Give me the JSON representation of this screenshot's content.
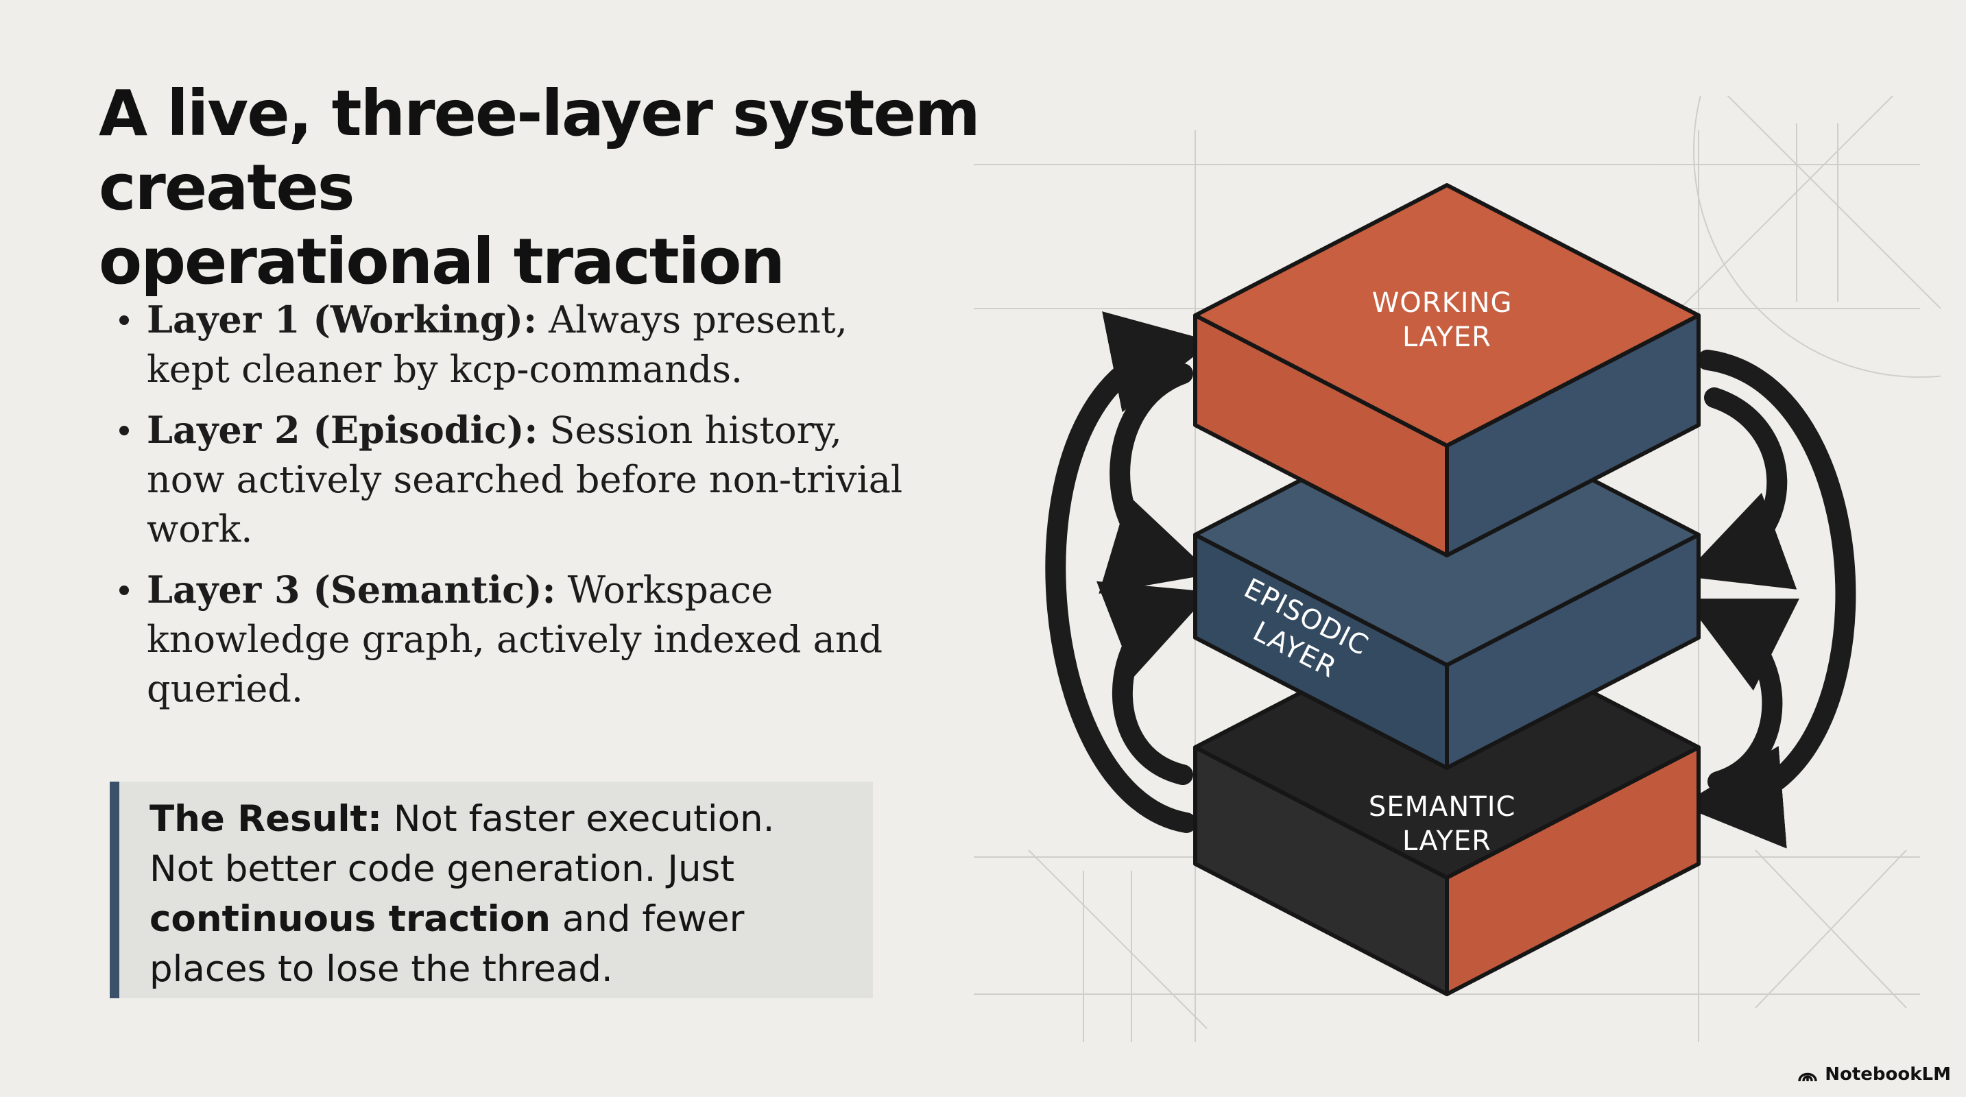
{
  "slide": {
    "title_lines": [
      "A live, three-layer system creates",
      "operational traction"
    ],
    "bullets": [
      {
        "label": "Layer 1 (Working):",
        "text": " Always present, kept cleaner by kcp-commands."
      },
      {
        "label": "Layer 2 (Episodic):",
        "text": " Session history, now actively searched before non-trivial work."
      },
      {
        "label": "Layer 3 (Semantic):",
        "text": " Workspace knowledge graph, actively indexed and queried."
      }
    ],
    "callout": {
      "label": "The Result:",
      "text1": " Not faster execution. Not better code generation. Just ",
      "emphasis": "continuous traction",
      "text2": " and fewer places to lose the thread."
    }
  },
  "diagram": {
    "layers": [
      {
        "name": "working",
        "line1": "WORKING",
        "line2": "LAYER"
      },
      {
        "name": "episodic",
        "line1": "EPISODIC",
        "line2": "LAYER"
      },
      {
        "name": "semantic",
        "line1": "SEMANTIC",
        "line2": "LAYER"
      }
    ],
    "colors": {
      "working": "#c15a3d",
      "episodic": "#3b5169",
      "semantic": "#2a2a2a",
      "outline": "#161616",
      "arrow": "#1c1c1c",
      "accent_bar": "#3b5169"
    }
  },
  "brand": {
    "name": "NotebookLM",
    "icon": "notebooklm-logo-icon"
  }
}
